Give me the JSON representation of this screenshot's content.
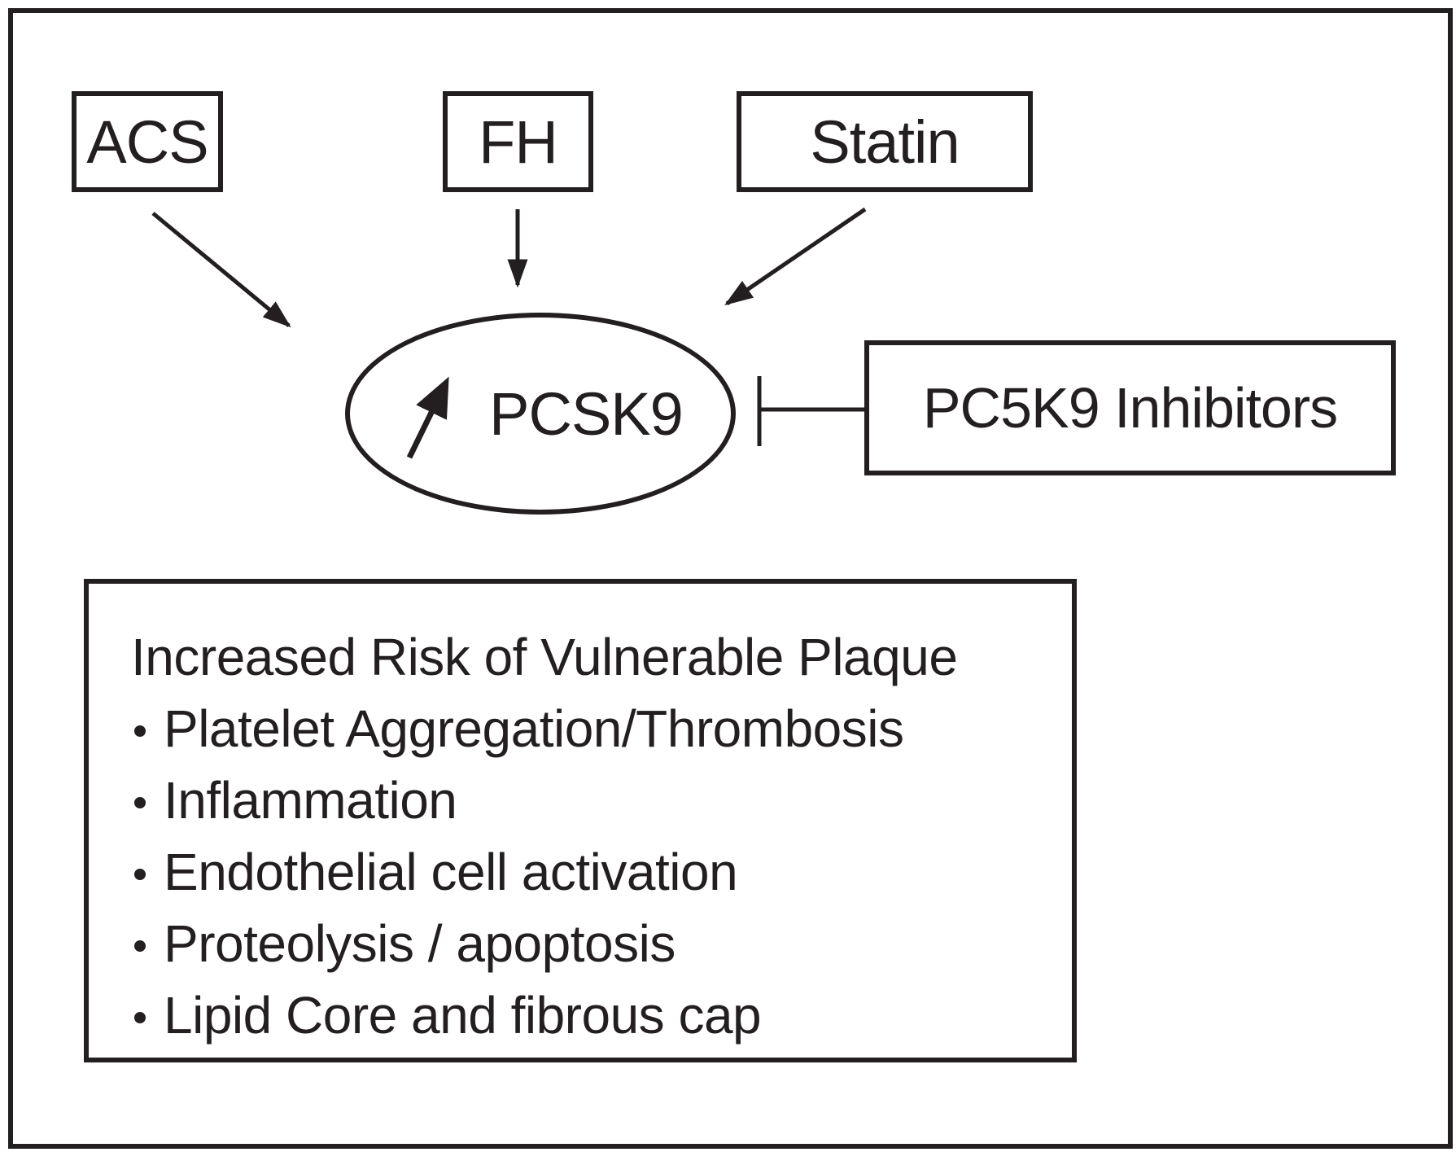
{
  "figure_type": "biomedical-pathway-diagram",
  "colors": {
    "ink": "#231f20",
    "paper": "#ffffff"
  },
  "nodes": {
    "acs": {
      "label": "ACS"
    },
    "fh": {
      "label": "FH"
    },
    "statin": {
      "label": "Statin"
    },
    "pcsk9": {
      "label": "PCSK9",
      "prefix_icon": "increase-arrow",
      "prefix_icon_glyph": "↗"
    },
    "inhibitors": {
      "label": "PC5K9 Inhibitors"
    }
  },
  "edges": [
    {
      "from": "ACS",
      "to": "PCSK9",
      "type": "arrow"
    },
    {
      "from": "FH",
      "to": "PCSK9",
      "type": "arrow"
    },
    {
      "from": "Statin",
      "to": "PCSK9",
      "type": "arrow"
    },
    {
      "from": "PC5K9 Inhibitors",
      "to": "PCSK9",
      "type": "inhibition-tbar"
    }
  ],
  "risk_box": {
    "title": "Increased Risk of Vulnerable Plaque",
    "items": [
      "Platelet Aggregation/Thrombosis",
      "Inflammation",
      "Endothelial cell activation",
      "Proteolysis / apoptosis",
      "Lipid Core and fibrous cap"
    ]
  }
}
